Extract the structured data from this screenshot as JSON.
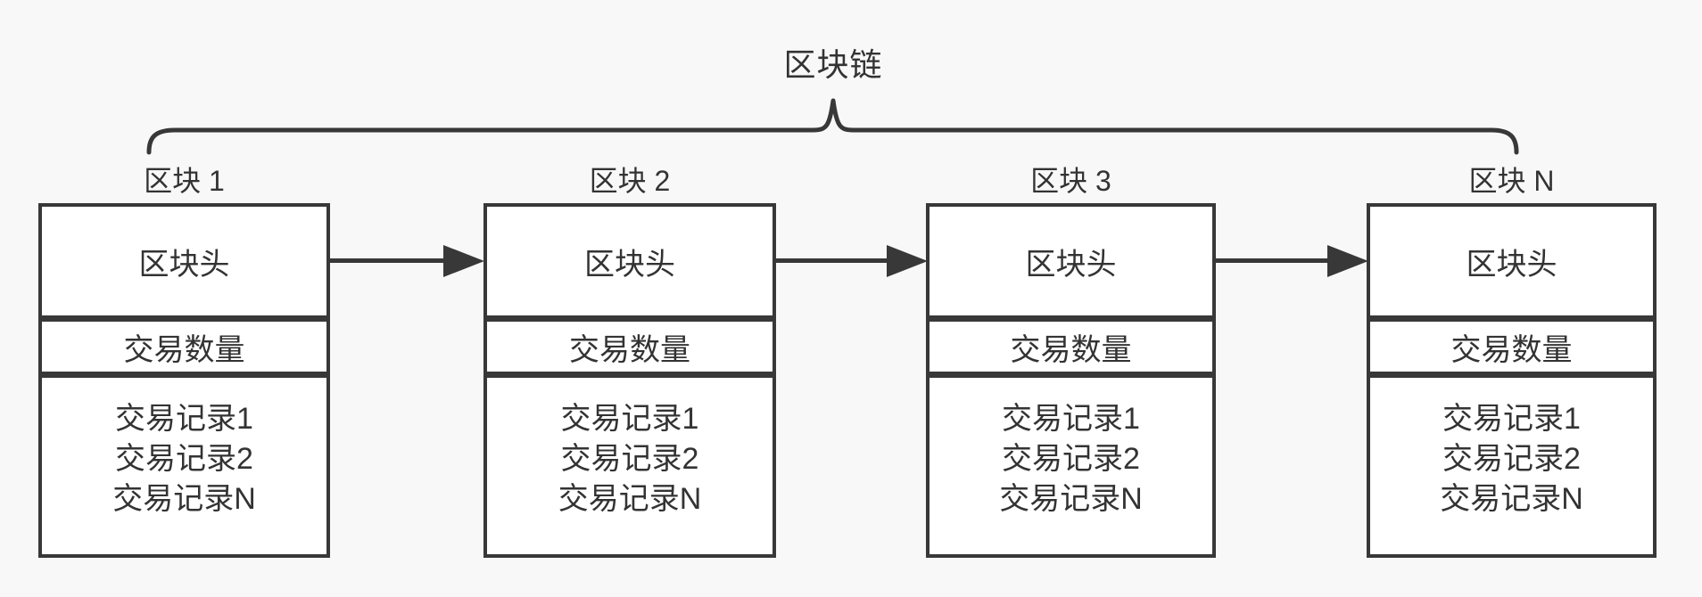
{
  "chain": {
    "label": "区块链"
  },
  "blocks": [
    {
      "label": "区块 1"
    },
    {
      "label": "区块 2"
    },
    {
      "label": "区块 3"
    },
    {
      "label": "区块 N"
    }
  ],
  "sections": {
    "header": "区块头",
    "count": "交易数量",
    "records": [
      "交易记录1",
      "交易记录2",
      "交易记录N"
    ]
  },
  "colors": {
    "line": "#383838",
    "background": "#f8f8f8",
    "block_fill": "#ffffff",
    "text": "#333333"
  }
}
